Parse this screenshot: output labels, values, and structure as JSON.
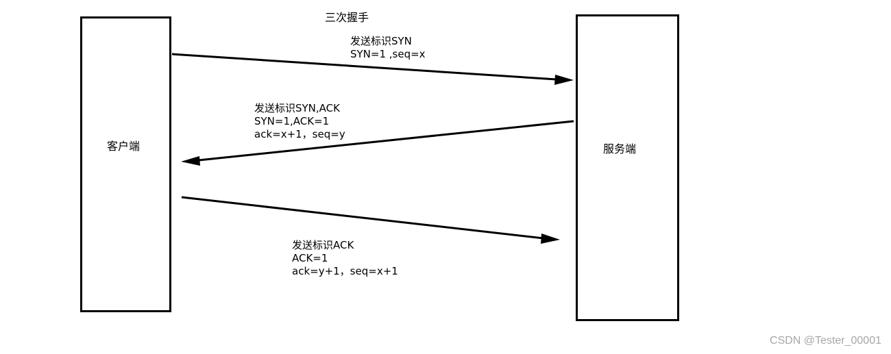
{
  "title": "三次握手",
  "client": {
    "label": "客户端"
  },
  "server": {
    "label": "服务端"
  },
  "messages": [
    {
      "direction": "client-to-server",
      "lines": [
        "发送标识SYN",
        "SYN=1 ,seq=x"
      ]
    },
    {
      "direction": "server-to-client",
      "lines": [
        "发送标识SYN,ACK",
        "SYN=1,ACK=1",
        "ack=x+1，seq=y"
      ]
    },
    {
      "direction": "client-to-server",
      "lines": [
        "发送标识ACK",
        "ACK=1",
        "ack=y+1，seq=x+1"
      ]
    }
  ],
  "watermark": "CSDN @Tester_00001",
  "colors": {
    "line": "#000000",
    "watermark": "#a6a6a6"
  }
}
